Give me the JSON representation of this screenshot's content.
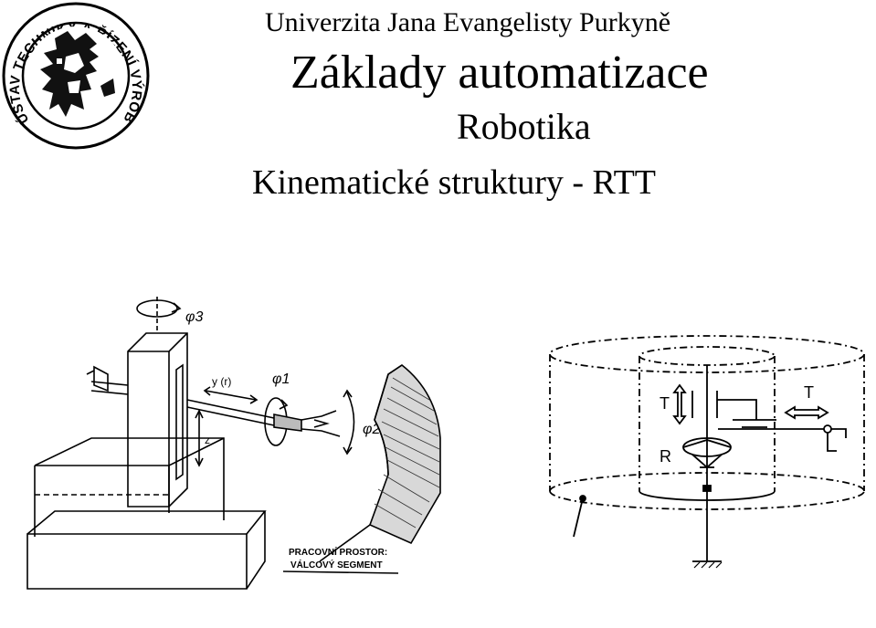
{
  "header": {
    "university": "Univerzita Jana Evangelisty Purkyně",
    "course": "Základy automatizace",
    "topic": "Robotika",
    "subtopic": "Kinematické struktury - RTT"
  },
  "logo": {
    "ring_text": "ÚSTAV TECHNIKY A ŘÍZENÍ VÝROBY"
  },
  "figure_left": {
    "label_phi3": "φ3",
    "label_y": "y (r)",
    "label_phi1": "φ1",
    "label_phi2": "φ2",
    "label_z": "z",
    "workspace_line1": "PRACOVNÍ PROSTOR:",
    "workspace_line2": "VÁLCOVÝ SEGMENT"
  },
  "figure_right": {
    "label_t_vertical": "T",
    "label_t_horizontal": "T",
    "label_r": "R"
  }
}
